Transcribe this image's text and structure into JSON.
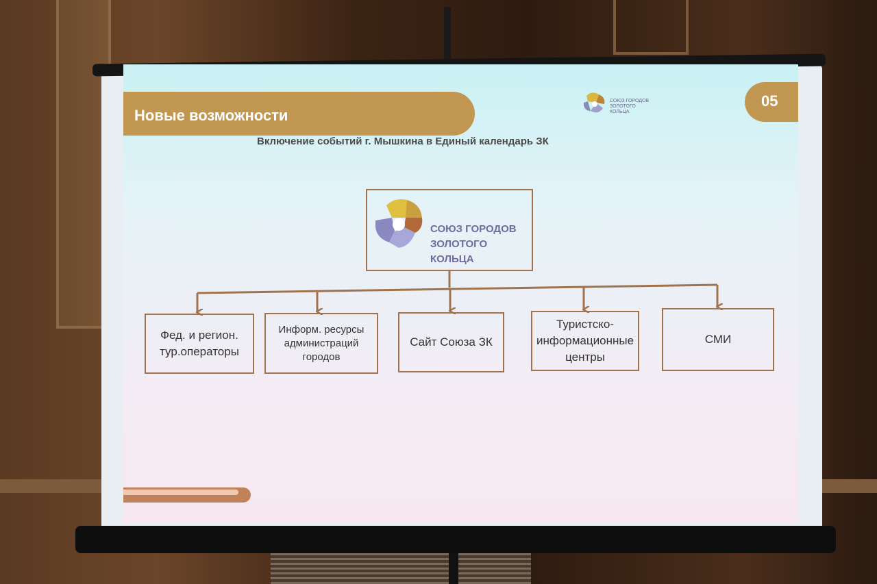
{
  "slide": {
    "title": "Новые возможности",
    "page_number": "05",
    "subtitle": "Включение событий г. Мышкина в Единый календарь ЗК",
    "header_logo_text": [
      "СОЮЗ ГОРОДОВ",
      "ЗОЛОТОГО",
      "КОЛЬЦА"
    ]
  },
  "diagram": {
    "root": {
      "label_lines": [
        "СОЮЗ ГОРОДОВ",
        "ЗОЛОТОГО",
        "КОЛЬЦА"
      ]
    },
    "children": [
      {
        "label": "Фед. и регион. тур.операторы"
      },
      {
        "label": "Информ. ресурсы администраций городов"
      },
      {
        "label": "Сайт Союза ЗК"
      },
      {
        "label": "Туристско-информационные центры"
      },
      {
        "label": "СМИ"
      }
    ]
  },
  "colors": {
    "accent_gold": "#c19650",
    "box_border": "#a0724e",
    "logo_text": "#6d6c9c"
  }
}
